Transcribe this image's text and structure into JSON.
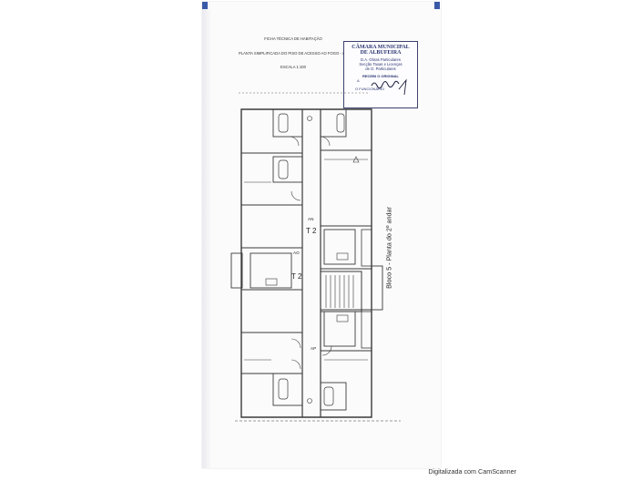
{
  "document": {
    "header": {
      "line1": "FICHA TÉCNICA DE HABITAÇÃO",
      "line2": "PLANTA SIMPLIFICADA DO PISO DE ACESSO AO FOGO - ANDAR",
      "line3": "ESCALA 1:100"
    },
    "stamp": {
      "line1": "CÂMARA MUNICIPAL",
      "line2": "DE ALBUFEIRA",
      "line3": "D.A. Obras Particulares",
      "line4": "Secção Taxas e Licenças",
      "line5": "de O. Particulares",
      "line6": "RECEBI O ORIGINAL",
      "line7": "A",
      "line8": "O FUNCIONÁRIO"
    },
    "plan": {
      "label_an": "AN",
      "label_t2_top": "T 2",
      "label_ao": "AO",
      "label_t2_bottom": "T 2",
      "label_ap": "AP"
    },
    "side_label": "Bloco 5 - Planta do 2º andar",
    "footer": "Digitalizada com CamScanner"
  },
  "colors": {
    "ink": "#3a3a3a",
    "stamp_ink": "#2a3570",
    "corner_mark": "#3a5aa8"
  }
}
